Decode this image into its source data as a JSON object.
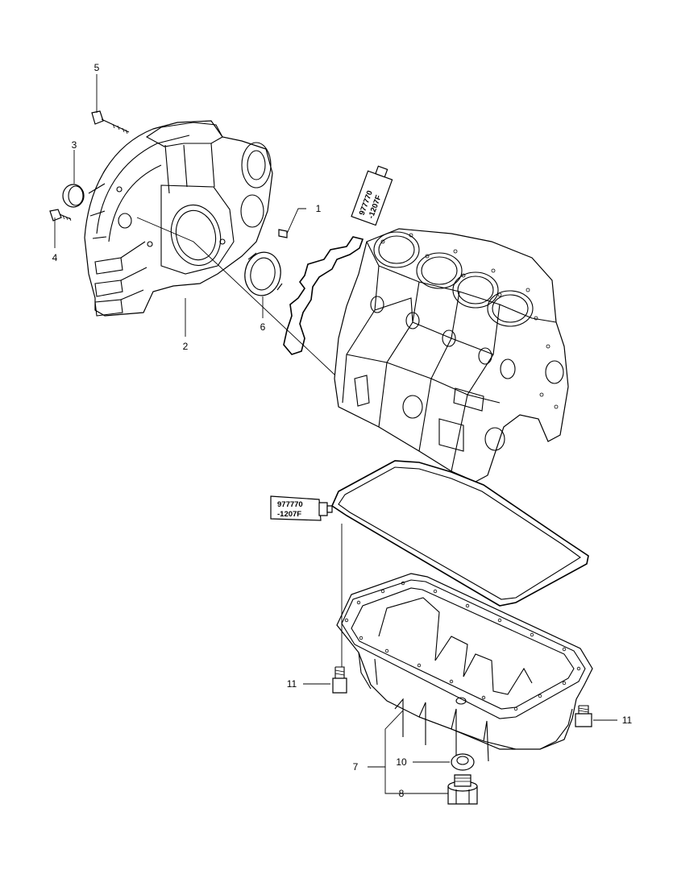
{
  "callouts": {
    "c1": "1",
    "c2": "2",
    "c3": "3",
    "c4": "4",
    "c5": "5",
    "c6": "6",
    "c7": "7",
    "c8": "8",
    "c10": "10",
    "c11_left": "11",
    "c11_right": "11"
  },
  "sealant_tubes": {
    "upper": {
      "line1": "977770",
      "line2": "-1207F"
    },
    "lower": {
      "line1": "977770",
      "line2": "-1207F"
    }
  },
  "colors": {
    "line": "#000000",
    "background": "#ffffff"
  }
}
